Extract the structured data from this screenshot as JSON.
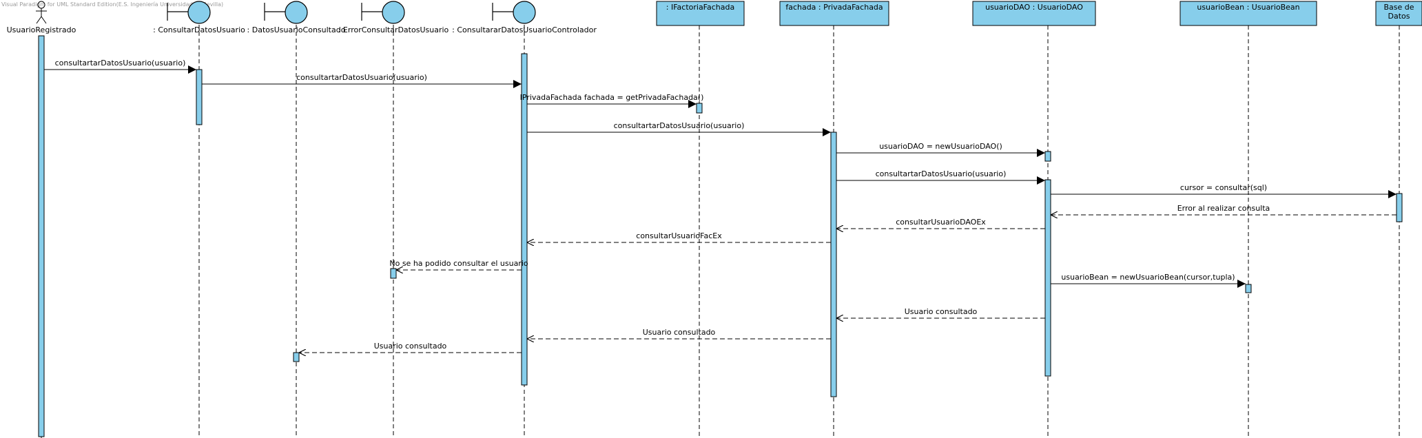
{
  "watermark": "Visual Paradigm for UML Standard Edition(E.S. Ingeniería Universidad de Sevilla)",
  "colors": {
    "fill": "#87ceeb",
    "stroke": "#000000",
    "background": "#ffffff"
  },
  "lifelines": [
    {
      "id": "usuario",
      "kind": "actor",
      "label": "UsuarioRegistrado"
    },
    {
      "id": "consultar",
      "kind": "boundary",
      "label": ": ConsultarDatosUsuario"
    },
    {
      "id": "datos",
      "kind": "boundary",
      "label": ": DatosUsuarioConsultado"
    },
    {
      "id": "error",
      "kind": "boundary",
      "label": ": ErrorConsultarDatosUsuario"
    },
    {
      "id": "controlador",
      "kind": "boundary",
      "label": ": ConsultararDatosUsuarioControlador"
    },
    {
      "id": "factoria",
      "kind": "object",
      "label": ": IFactoriaFachada"
    },
    {
      "id": "fachada",
      "kind": "object",
      "label": "fachada : PrivadaFachada"
    },
    {
      "id": "dao",
      "kind": "object",
      "label": "usuarioDAO : UsuarioDAO"
    },
    {
      "id": "bean",
      "kind": "object",
      "label": "usuarioBean : UsuarioBean"
    },
    {
      "id": "bd",
      "kind": "object",
      "label": "Base de\nDatos"
    }
  ],
  "messages": [
    {
      "from": "usuario",
      "to": "consultar",
      "type": "sync",
      "label": "consultartarDatosUsuario(usuario)"
    },
    {
      "from": "consultar",
      "to": "controlador",
      "type": "sync",
      "label": "consultartarDatosUsuario(usuario)"
    },
    {
      "from": "controlador",
      "to": "factoria",
      "type": "sync",
      "label": "IPrivadaFachada fachada = getPrivadaFachada()"
    },
    {
      "from": "controlador",
      "to": "fachada",
      "type": "sync",
      "label": "consultartarDatosUsuario(usuario)"
    },
    {
      "from": "fachada",
      "to": "dao",
      "type": "sync",
      "label": "usuarioDAO = newUsuarioDAO()"
    },
    {
      "from": "fachada",
      "to": "dao",
      "type": "sync",
      "label": "consultartarDatosUsuario(usuario)"
    },
    {
      "from": "dao",
      "to": "bd",
      "type": "sync",
      "label": "cursor = consultar(sql)"
    },
    {
      "from": "bd",
      "to": "dao",
      "type": "return",
      "label": "Error al realizar consulta"
    },
    {
      "from": "dao",
      "to": "fachada",
      "type": "return",
      "label": "consultarUsuarioDAOEx"
    },
    {
      "from": "fachada",
      "to": "controlador",
      "type": "return",
      "label": "consultarUsuarioFacEx"
    },
    {
      "from": "controlador",
      "to": "error",
      "type": "return",
      "label": "No se ha podido consultar el usuario"
    },
    {
      "from": "dao",
      "to": "bean",
      "type": "sync",
      "label": "usuarioBean = newUsuarioBean(cursor,tupla)"
    },
    {
      "from": "dao",
      "to": "fachada",
      "type": "return",
      "label": "Usuario consultado"
    },
    {
      "from": "fachada",
      "to": "controlador",
      "type": "return",
      "label": "Usuario consultado"
    },
    {
      "from": "controlador",
      "to": "datos",
      "type": "return",
      "label": "Usuario consultado"
    }
  ]
}
